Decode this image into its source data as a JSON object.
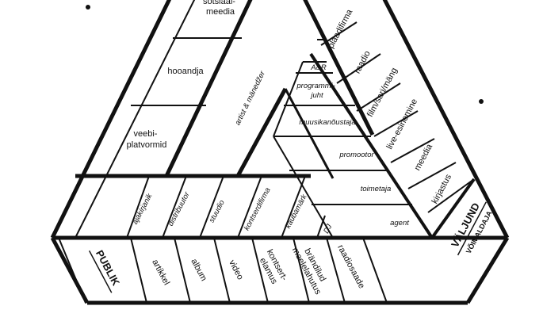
{
  "left_side": {
    "artist_manager": "artist & mänedžer",
    "social_media": "sotsiaal-\nmeedia",
    "organizer": "hooandja",
    "web_platforms": "veebi-\nplatvormid"
  },
  "right_side": {
    "ar": "A&R",
    "program_manager": "programmi-\njuht",
    "music_consultant": "muusikanõustaja",
    "promoter": "promootor",
    "editor": "toimetaja",
    "agent": "agent",
    "outer": [
      "plaadifirma",
      "raadio",
      "film/sari/mäng",
      "live-esinemine",
      "meedia",
      "kirjastus"
    ],
    "output_title": "VÄLJUND",
    "output_sub": "VÕIMALDAJA"
  },
  "bottom_side": {
    "inner": [
      "ajakirjanik",
      "distribuutor",
      "stuudio",
      "kontserdifirma",
      "kaubamärk",
      "DJ"
    ],
    "outer": [
      "artikkel",
      "album",
      "video",
      "kontsert-\nelamus",
      "brändilud\nmeelelahutus",
      "raadiosaade"
    ],
    "public_title": "PUBLIK"
  }
}
